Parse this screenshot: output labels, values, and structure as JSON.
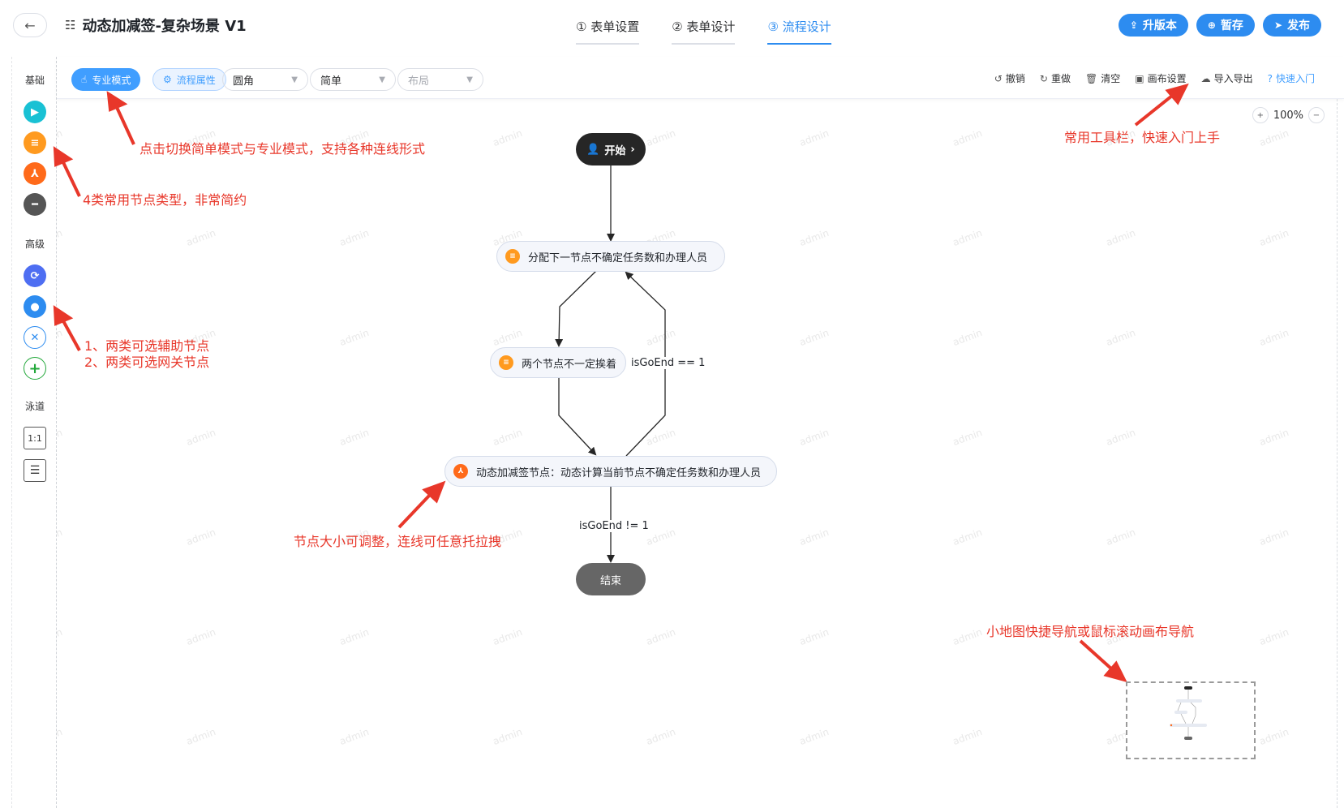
{
  "header": {
    "back_icon": "arrow-left-icon",
    "title": "动态加减签-复杂场景 V1",
    "steps": [
      {
        "label": "① 表单设置",
        "active": false
      },
      {
        "label": "② 表单设计",
        "active": false
      },
      {
        "label": "③ 流程设计",
        "active": true
      }
    ],
    "actions": [
      {
        "label": "升版本",
        "icon": "upload-icon"
      },
      {
        "label": "暂存",
        "icon": "save-icon"
      },
      {
        "label": "发布",
        "icon": "send-icon"
      }
    ]
  },
  "sidebar": {
    "section_basic": "基础",
    "section_advanced": "高级",
    "section_lane": "泳道",
    "basic_nodes": [
      {
        "name": "start-node",
        "color": "#19c1d4"
      },
      {
        "name": "approve-node",
        "color": "#ff9a1f"
      },
      {
        "name": "branch-node",
        "color": "#ff6a1a"
      },
      {
        "name": "end-node",
        "color": "#555555"
      }
    ],
    "advanced_nodes": [
      {
        "name": "loop-node",
        "color": "#4e6ef2"
      },
      {
        "name": "user-node",
        "color": "#2d8cf0"
      },
      {
        "name": "exclusive-gateway",
        "color": "#2d8cf0"
      },
      {
        "name": "parallel-gateway",
        "color": "#22a83a"
      }
    ],
    "lane_items": [
      "1:1"
    ]
  },
  "toolbar": {
    "mode_pro": "专业模式",
    "mode_prop": "流程属性",
    "select_corner": "圆角",
    "select_simple": "简单",
    "select_layout_placeholder": "布局",
    "tools": [
      {
        "label": "撤销",
        "icon": "undo-icon",
        "link": false
      },
      {
        "label": "重做",
        "icon": "redo-icon",
        "link": false
      },
      {
        "label": "清空",
        "icon": "trash-icon",
        "link": false
      },
      {
        "label": "画布设置",
        "icon": "canvas-settings-icon",
        "link": false
      },
      {
        "label": "导入导出",
        "icon": "cloud-icon",
        "link": false
      },
      {
        "label": "快速入门",
        "icon": "help-icon",
        "link": true
      }
    ],
    "zoom": "100%"
  },
  "flow": {
    "start": "开始",
    "task1": "分配下一节点不确定任务数和办理人员",
    "task2": "两个节点不一定挨着",
    "task3": "动态加减签节点：动态计算当前节点不确定任务数和办理人员",
    "end": "结束",
    "edge_loop": "isGoEnd == 1",
    "edge_end": "isGoEnd != 1"
  },
  "annotations": {
    "mode_switch": "点击切换简单模式与专业模式，支持各种连线形式",
    "node_types": "4类常用节点类型，非常简约",
    "aux_nodes_1": "1、两类可选辅助节点",
    "aux_nodes_2": "2、两类可选网关节点",
    "toolbar_tip": "常用工具栏，快速入门上手",
    "resize_tip": "节点大小可调整，连线可任意托拉拽",
    "minimap_tip": "小地图快捷导航或鼠标滚动画布导航"
  },
  "watermark": "admin"
}
